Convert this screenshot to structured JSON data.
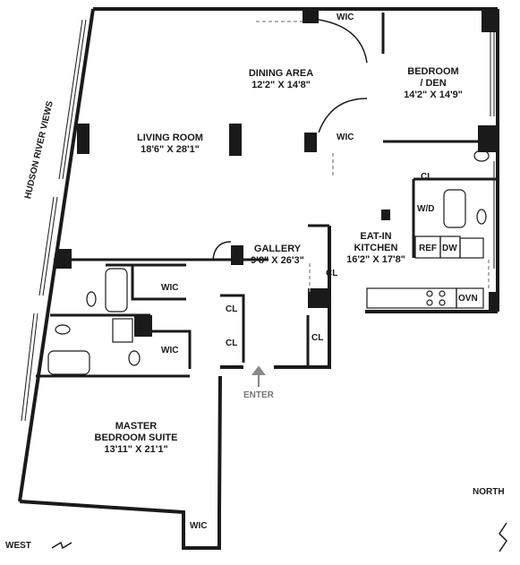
{
  "rooms": {
    "living": {
      "name": "LIVING ROOM",
      "dims": "18'6\" X 28'1\""
    },
    "dining": {
      "name": "DINING AREA",
      "dims": "12'2\" X 14'8\""
    },
    "bedroom": {
      "name1": "BEDROOM",
      "name2": "/ DEN",
      "dims": "14'2\" X 14'9\""
    },
    "gallery": {
      "name": "GALLERY",
      "dims": "9'8\" X 26'3\""
    },
    "kitchen": {
      "name1": "EAT-IN",
      "name2": "KITCHEN",
      "dims": "16'2\" X 17'8\""
    },
    "master": {
      "name1": "MASTER",
      "name2": "BEDROOM SUITE",
      "dims": "13'11\" X 21'1\""
    }
  },
  "tags": {
    "wic": "WIC",
    "cl": "CL",
    "wd": "W/D",
    "ref": "REF",
    "dw": "DW",
    "ovn": "OVN"
  },
  "labels": {
    "enter": "ENTER",
    "views": "HUDSON RIVER VIEWS",
    "north": "NORTH",
    "west": "WEST"
  }
}
